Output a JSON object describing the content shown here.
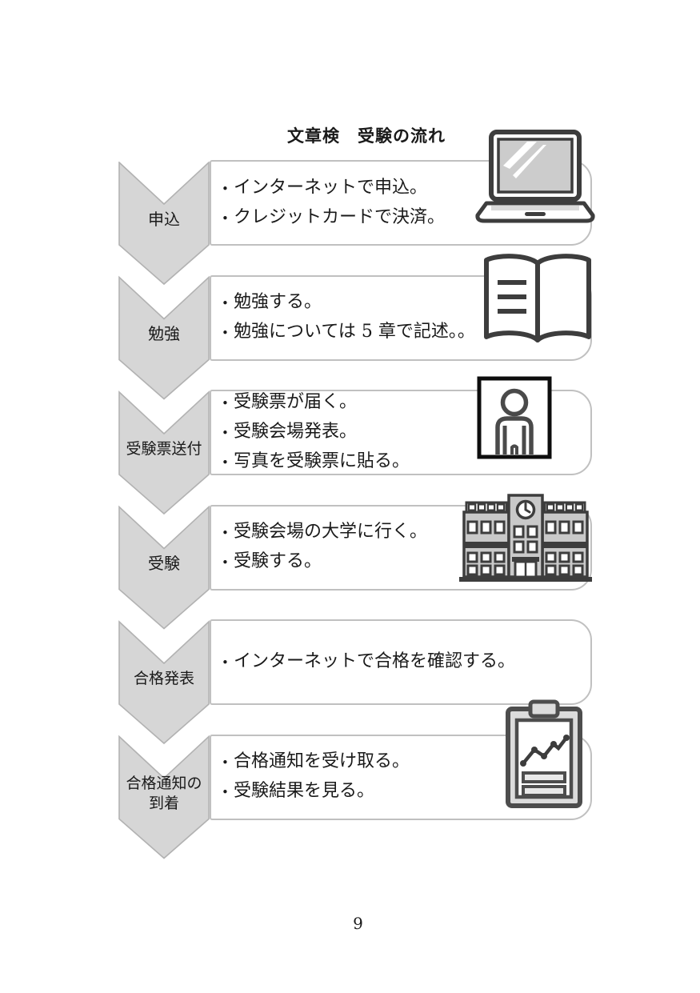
{
  "title": "文章検　受験の流れ",
  "page_number": "9",
  "bullet_char": "•",
  "colors": {
    "chevron-fill": "#d6d6d6",
    "chevron-border": "#b2b2b2",
    "box-border": "#c0c0c0",
    "text": "#1a1a1a",
    "icon-dark": "#3d3d3d",
    "icon-gray": "#c9c9c9"
  },
  "steps": [
    {
      "label": "申込",
      "bullets": [
        "インターネットで申込。",
        "クレジットカードで決済。"
      ],
      "icon": "laptop-icon"
    },
    {
      "label": "勉強",
      "bullets": [
        "勉強する。",
        "勉強については 5 章で記述。。"
      ],
      "icon": "open-book-icon"
    },
    {
      "label": "受験票送付",
      "bullets": [
        "受験票が届く。",
        "受験会場発表。",
        "写真を受験票に貼る。"
      ],
      "icon": "id-photo-icon"
    },
    {
      "label": "受験",
      "bullets": [
        "受験会場の大学に行く。",
        "受験する。"
      ],
      "icon": "school-building-icon"
    },
    {
      "label": "合格発表",
      "bullets": [
        "インターネットで合格を確認する。"
      ],
      "icon": ""
    },
    {
      "label": "合格通知の到着",
      "label_lines": [
        "合格通知の",
        "到着"
      ],
      "bullets": [
        "合格通知を受け取る。",
        "受験結果を見る。"
      ],
      "icon": "clipboard-chart-icon"
    }
  ]
}
